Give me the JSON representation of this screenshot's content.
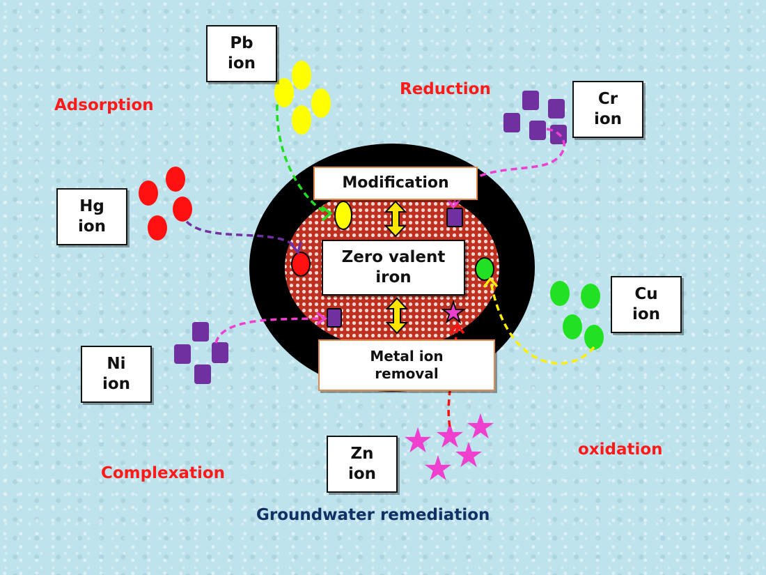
{
  "colors": {
    "process": "#ff1a1a",
    "footer": "#142f63",
    "pb": "#ffff00",
    "hg": "#ff1010",
    "cr_ni": "#7030a0",
    "cu": "#22e022",
    "zn": "#ee3fcf",
    "core_red": "#c03020",
    "shell": "#000000"
  },
  "ions": {
    "pb": "Pb\nion",
    "hg": "Hg\nion",
    "ni": "Ni\nion",
    "cr": "Cr\nion",
    "cu": "Cu\nion",
    "zn": "Zn\nion"
  },
  "core": {
    "modification": "Modification",
    "zvi": "Zero valent\niron",
    "removal": "Metal ion\nremoval"
  },
  "processes": {
    "adsorption": "Adsorption",
    "reduction": "Reduction",
    "complexation": "Complexation",
    "oxidation": "oxidation"
  },
  "footer": "Groundwater remediation"
}
